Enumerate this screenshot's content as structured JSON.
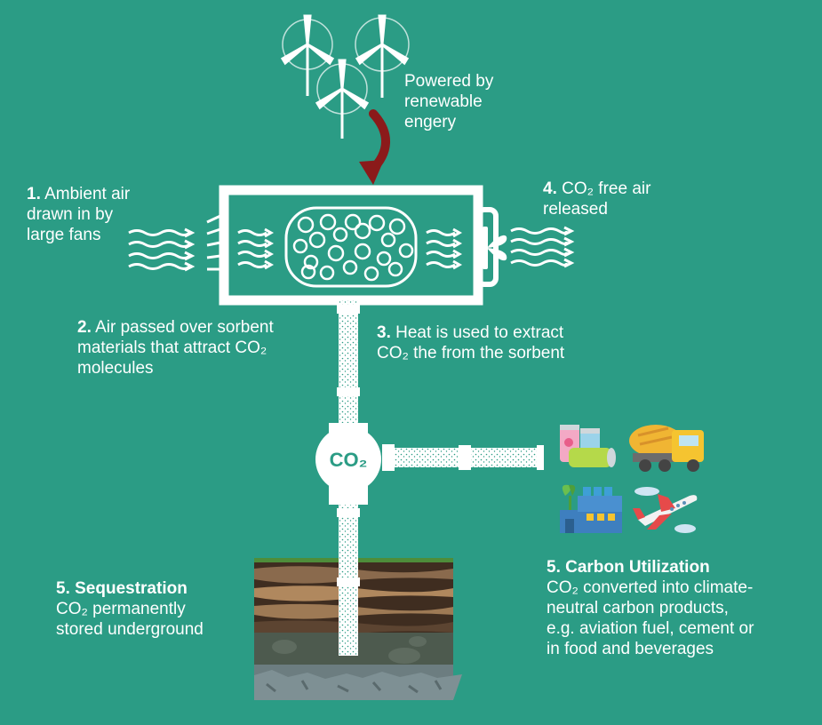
{
  "renewable": {
    "lines": [
      "Powered by",
      "renewable",
      "engery"
    ]
  },
  "step1": {
    "num": "1.",
    "lines": [
      "Ambient air",
      "drawn in by",
      "large fans"
    ]
  },
  "step2": {
    "num": "2.",
    "lines": [
      "Air passed over sorbent",
      "materials that attract CO₂",
      "molecules"
    ]
  },
  "step3": {
    "num": "3.",
    "lines": [
      "Heat is used to extract",
      "CO₂ the from the sorbent"
    ]
  },
  "step4": {
    "num": "4.",
    "lines": [
      "CO₂ free air",
      "released"
    ]
  },
  "step5a": {
    "title": "5. Sequestration",
    "lines": [
      "CO₂ permanently",
      "stored underground"
    ]
  },
  "step5b": {
    "title": "5. Carbon Utilization",
    "lines": [
      "CO₂ converted into climate-",
      "neutral carbon products,",
      "e.g. aviation fuel, cement or",
      "in food and beverages"
    ]
  },
  "hub": {
    "label": "CO₂"
  },
  "colors": {
    "background": "#2b9c85",
    "arrow": "#8b1a1a",
    "stroke": "#ffffff"
  },
  "icons": [
    "wind-turbine-icon",
    "fan-icon",
    "cans-icon",
    "cement-truck-icon",
    "factory-icon",
    "airplane-icon",
    "soil-layers"
  ]
}
